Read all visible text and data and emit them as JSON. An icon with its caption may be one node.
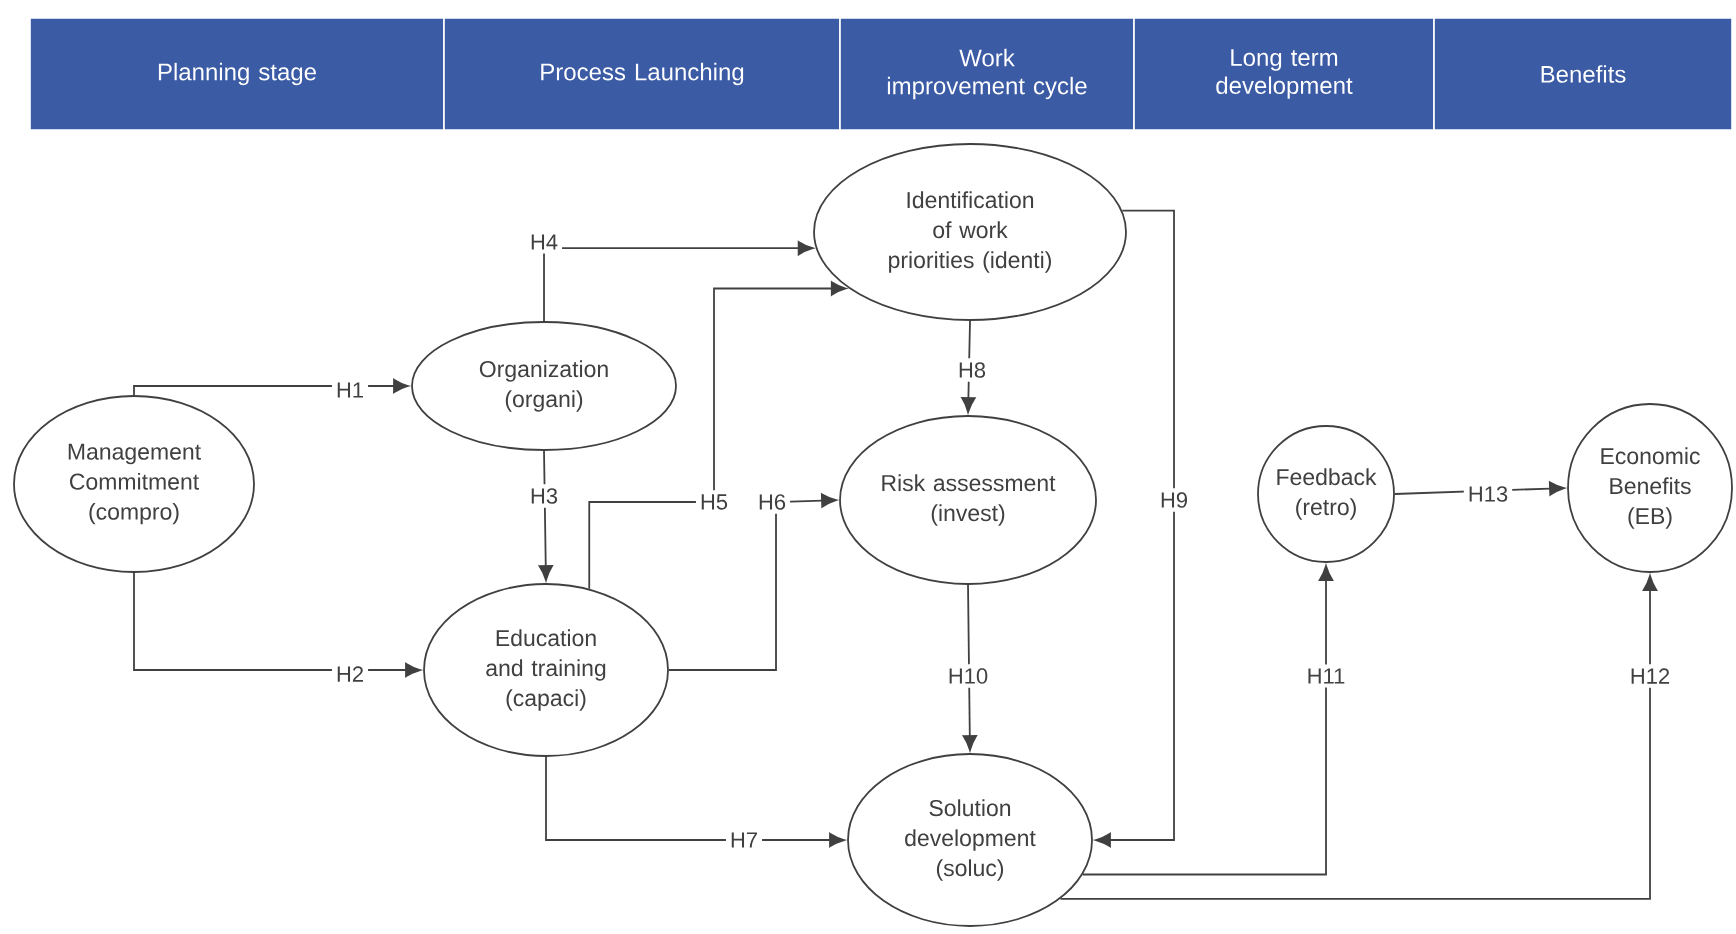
{
  "diagram": {
    "nodes": [
      {
        "text": [
          "Planning stage"
        ]
      },
      {
        "text": [
          "Process Launching"
        ]
      },
      {
        "text": [
          "Work improvement cycle"
        ]
      },
      {
        "text": [
          "Long term development"
        ]
      },
      {
        "text": [
          "Benefits"
        ]
      },
      {
        "text": [
          "Management Commitment (compro)"
        ]
      },
      {
        "text": [
          "Organization (organi)"
        ]
      },
      {
        "text": [
          "Education and training (capaci)"
        ]
      },
      {
        "text": [
          "Identification of work priorities (identi)"
        ]
      },
      {
        "text": [
          "Risk assessment (invest)"
        ]
      },
      {
        "text": [
          "Solution development (soluc)"
        ]
      },
      {
        "text": [
          "Feedback (retro)"
        ]
      },
      {
        "text": [
          "Economic Benefits (EB)"
        ]
      }
    ],
    "edges": [
      {
        "from": 5,
        "to": 6,
        "arrow": "to",
        "label": "H1"
      },
      {
        "from": 5,
        "to": 7,
        "arrow": "to",
        "label": "H2"
      },
      {
        "from": 6,
        "to": 7,
        "arrow": "to",
        "label": "H3"
      },
      {
        "from": 6,
        "to": 8,
        "arrow": "to",
        "label": "H4"
      },
      {
        "from": 7,
        "to": 8,
        "arrow": "to",
        "label": "H5"
      },
      {
        "from": 7,
        "to": 9,
        "arrow": "to",
        "label": "H6"
      },
      {
        "from": 7,
        "to": 10,
        "arrow": "to",
        "label": "H7"
      },
      {
        "from": 8,
        "to": 9,
        "arrow": "to",
        "label": "H8"
      },
      {
        "from": 8,
        "to": 10,
        "arrow": "to",
        "label": "H9"
      },
      {
        "from": 9,
        "to": 10,
        "arrow": "to",
        "label": "H10"
      },
      {
        "from": 10,
        "to": 11,
        "arrow": "to",
        "label": "H11"
      },
      {
        "from": 10,
        "to": 12,
        "arrow": "to",
        "label": "H12"
      },
      {
        "from": 11,
        "to": 12,
        "arrow": "to",
        "label": "H13"
      }
    ]
  }
}
